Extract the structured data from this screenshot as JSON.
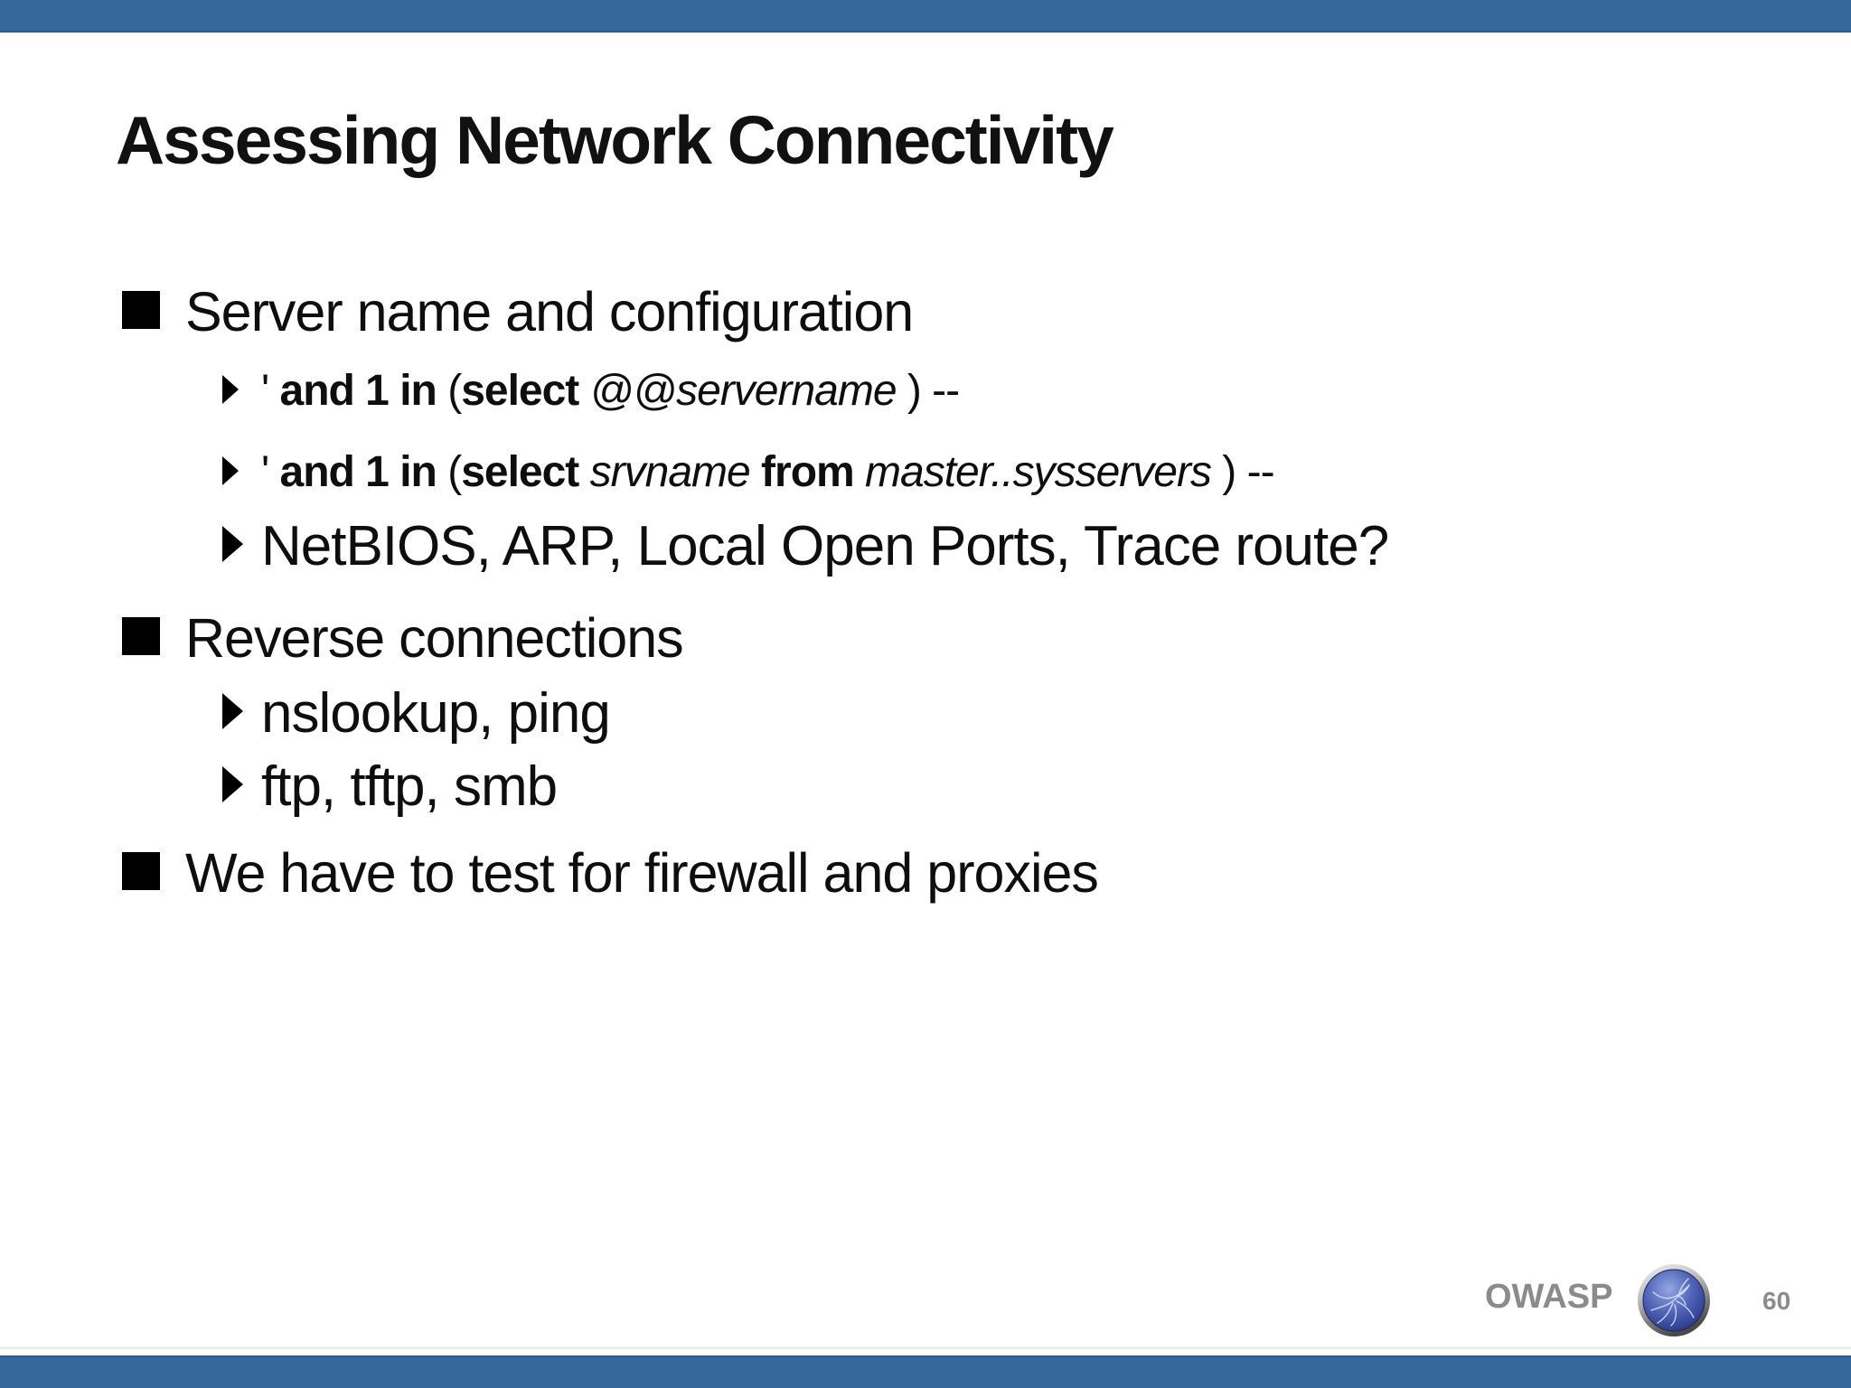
{
  "slide": {
    "title": "Assessing Network Connectivity",
    "bullets": [
      {
        "level": 1,
        "text": "Server name and configuration"
      },
      {
        "level": 2,
        "kind": "code",
        "segments": [
          {
            "t": "' "
          },
          {
            "t": "and 1 in"
          },
          {
            "t": " ("
          },
          {
            "t": "select"
          },
          {
            "t": " @@servername"
          },
          {
            "t": " ) --"
          }
        ]
      },
      {
        "level": 2,
        "kind": "code",
        "segments": [
          {
            "t": "' "
          },
          {
            "t": "and 1 in"
          },
          {
            "t": " ("
          },
          {
            "t": "select"
          },
          {
            "t": " srvname"
          },
          {
            "t": " from"
          },
          {
            "t": " master..sysservers"
          },
          {
            "t": " ) --"
          }
        ]
      },
      {
        "level": 2,
        "text": "NetBIOS, ARP, Local Open Ports, Trace route?"
      },
      {
        "level": 1,
        "text": "Reverse connections"
      },
      {
        "level": 2,
        "text": "nslookup, ping"
      },
      {
        "level": 2,
        "text": "ftp, tftp, smb"
      },
      {
        "level": 1,
        "text": "We have to test for firewall and proxies"
      }
    ],
    "footer": {
      "brand": "OWASP",
      "page_number": "60"
    },
    "colors": {
      "bar_blue": "#36689b",
      "body_text": "#0e0e0e",
      "footer_gray": "#8b8b8b",
      "logo_blue_light": "#93a6e4",
      "logo_blue_dark": "#232f75"
    },
    "icons": [
      "square-bullet-icon",
      "triangle-bullet-icon",
      "owasp-wasp-logo"
    ]
  }
}
